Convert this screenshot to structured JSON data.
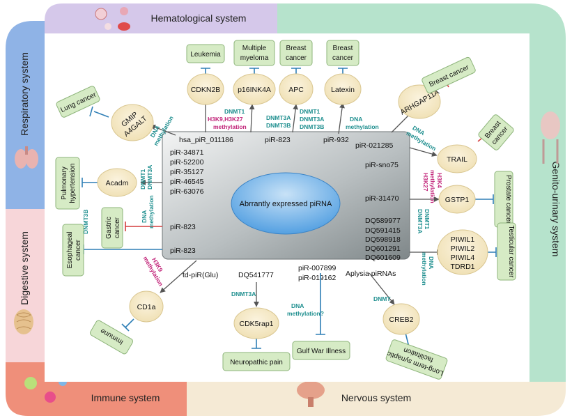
{
  "systems": {
    "respiratory": "Respiratory system",
    "digestive": "Digestive system",
    "hematological": "Hematological system",
    "genito_urinary": "Genito-urinary system",
    "immune": "Immune system",
    "nervous": "Nervous system"
  },
  "center_label": "Abrrantly expressed piRNA",
  "pirnas": [
    "hsa_piR_011186",
    "piR-823",
    "piR-932",
    "piR-021285",
    "piR-34871",
    "piR-52200",
    "piR-35127",
    "piR-46545",
    "piR-63076",
    "piR-sno75",
    "piR-31470",
    "piR-823",
    "piR-823",
    "DQ589977",
    "DQ591415",
    "DQ598918",
    "DQ601291",
    "DQ601609",
    "td-piR(Glu)",
    "DQ541777",
    "piR-007899",
    "piR-019162",
    "Aplysia piRNAs"
  ],
  "nodes": [
    "CDKN2B",
    "p16INK4A",
    "APC",
    "Latexin",
    "ARHGAP11A",
    "TRAIL",
    "GSTP1",
    "PIWIL1",
    "PIWIL2",
    "PIWIL4",
    "TDRD1",
    "CREB2",
    "CDK5rap1",
    "CD1a",
    "Acadm",
    "GMIP",
    "A4GALT"
  ],
  "diseases": [
    "Leukemia",
    "Multiple",
    "myeloma",
    "Breast",
    "cancer",
    "Breast",
    "cancer",
    "Breast cancer",
    "Breast",
    "cancer",
    "Prostate cancer",
    "Testicular cancer",
    "Long-term synaptic",
    "facilitation",
    "Gulf War Illness",
    "Neuropathic pain",
    "Immune",
    "Esophageal",
    "cancer",
    "Gastric",
    "cancer",
    "Pulmonary",
    "hypertension",
    "Lung cancer"
  ],
  "methylation": [
    "DNMT1",
    "H3K9,H3K27",
    "methylation",
    "DNMT3A",
    "DNMT3B",
    "DNMT1",
    "DNMT3A",
    "DNMT3B",
    "DNA",
    "methylation",
    "DNA",
    "methylation",
    "H3K4",
    "methylation",
    "H3K27",
    "DNMT1",
    "DNMT3A",
    "DNA",
    "methylation",
    "DNMT",
    "DNA",
    "methylation?",
    "DNMT3A",
    "H3K9",
    "methylation",
    "DNMT3B",
    "DNA",
    "methylation",
    "DNMT1",
    "DNMT3A",
    "DNA",
    "methylation"
  ],
  "colors": {
    "respiratory": "#8fb3e6",
    "digestive": "#f7d6d9",
    "hematological": "#d5c8ea",
    "genito_urinary": "#b6e3cc",
    "immune": "#ef8f7a",
    "nervous": "#f5ead5",
    "node_fill": "#f0e1b6",
    "disease_fill": "#d6ebc5",
    "dna_methylation": "#1f8f8f",
    "histone_methylation": "#c2257a",
    "inhibition_blue": "#2f7fb6",
    "inhibition_red": "#d43c3c",
    "center_ellipse": "#4b9be0"
  }
}
